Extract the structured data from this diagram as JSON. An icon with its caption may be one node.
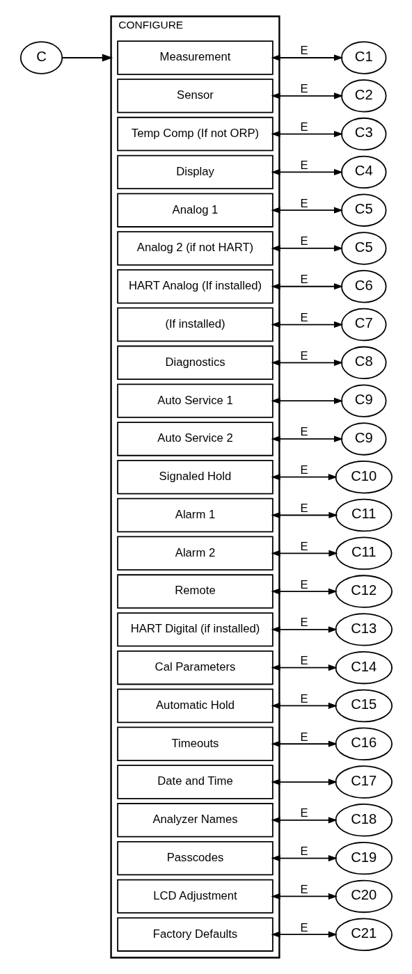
{
  "diagram": {
    "nodes": [
      {
        "text": [
          "C"
        ]
      },
      {
        "text": [
          "CONFIGURE"
        ]
      },
      {
        "text": [
          "Measurement"
        ],
        "in": 1
      },
      {
        "text": [
          "Sensor"
        ],
        "in": 1
      },
      {
        "text": [
          "Temp Comp (If not ORP)"
        ],
        "in": 1
      },
      {
        "text": [
          "Display"
        ],
        "in": 1
      },
      {
        "text": [
          "Analog 1"
        ],
        "in": 1
      },
      {
        "text": [
          "Analog 2 (if not HART)"
        ],
        "in": 1
      },
      {
        "text": [
          "HART Analog (If installed)"
        ],
        "in": 1
      },
      {
        "text": [
          "(If installed)"
        ],
        "in": 1
      },
      {
        "text": [
          "Diagnostics"
        ],
        "in": 1
      },
      {
        "text": [
          "Auto Service 1"
        ],
        "in": 1
      },
      {
        "text": [
          "Auto Service 2"
        ],
        "in": 1
      },
      {
        "text": [
          "Signaled Hold"
        ],
        "in": 1
      },
      {
        "text": [
          "Alarm 1"
        ],
        "in": 1
      },
      {
        "text": [
          "Alarm 2"
        ],
        "in": 1
      },
      {
        "text": [
          "Remote"
        ],
        "in": 1
      },
      {
        "text": [
          "HART Digital (if installed)"
        ],
        "in": 1
      },
      {
        "text": [
          "Cal Parameters"
        ],
        "in": 1
      },
      {
        "text": [
          "Automatic Hold"
        ],
        "in": 1
      },
      {
        "text": [
          "Timeouts"
        ],
        "in": 1
      },
      {
        "text": [
          "Date and Time"
        ],
        "in": 1
      },
      {
        "text": [
          "Analyzer Names"
        ],
        "in": 1
      },
      {
        "text": [
          "Passcodes"
        ],
        "in": 1
      },
      {
        "text": [
          "LCD Adjustment"
        ],
        "in": 1
      },
      {
        "text": [
          "Factory Defaults"
        ],
        "in": 1
      },
      {
        "text": [
          "C1"
        ]
      },
      {
        "text": [
          "C2"
        ]
      },
      {
        "text": [
          "C3"
        ]
      },
      {
        "text": [
          "C4"
        ]
      },
      {
        "text": [
          "C5"
        ]
      },
      {
        "text": [
          "C5"
        ]
      },
      {
        "text": [
          "C6"
        ]
      },
      {
        "text": [
          "C7"
        ]
      },
      {
        "text": [
          "C8"
        ]
      },
      {
        "text": [
          "C9"
        ]
      },
      {
        "text": [
          "C9"
        ]
      },
      {
        "text": [
          "C10"
        ]
      },
      {
        "text": [
          "C11"
        ]
      },
      {
        "text": [
          "C11"
        ]
      },
      {
        "text": [
          "C12"
        ]
      },
      {
        "text": [
          "C13"
        ]
      },
      {
        "text": [
          "C14"
        ]
      },
      {
        "text": [
          "C15"
        ]
      },
      {
        "text": [
          "C16"
        ]
      },
      {
        "text": [
          "C17"
        ]
      },
      {
        "text": [
          "C18"
        ]
      },
      {
        "text": [
          "C19"
        ]
      },
      {
        "text": [
          "C20"
        ]
      },
      {
        "text": [
          "C21"
        ]
      }
    ],
    "edges": [
      {
        "from": 0,
        "to": 1,
        "arrow": "to"
      },
      {
        "from": 2,
        "to": 26,
        "arrow": "both",
        "label": "E"
      },
      {
        "from": 3,
        "to": 27,
        "arrow": "both",
        "label": "E"
      },
      {
        "from": 4,
        "to": 28,
        "arrow": "both",
        "label": "E"
      },
      {
        "from": 5,
        "to": 29,
        "arrow": "both",
        "label": "E"
      },
      {
        "from": 6,
        "to": 30,
        "arrow": "both",
        "label": "E"
      },
      {
        "from": 7,
        "to": 31,
        "arrow": "both",
        "label": "E"
      },
      {
        "from": 8,
        "to": 32,
        "arrow": "both",
        "label": "E"
      },
      {
        "from": 9,
        "to": 33,
        "arrow": "both",
        "label": "E"
      },
      {
        "from": 10,
        "to": 34,
        "arrow": "both",
        "label": "E"
      },
      {
        "from": 11,
        "to": 35,
        "arrow": "both"
      },
      {
        "from": 12,
        "to": 36,
        "arrow": "both",
        "label": "E"
      },
      {
        "from": 13,
        "to": 37,
        "arrow": "both",
        "label": "E"
      },
      {
        "from": 14,
        "to": 38,
        "arrow": "both",
        "label": "E"
      },
      {
        "from": 15,
        "to": 39,
        "arrow": "both",
        "label": "E"
      },
      {
        "from": 16,
        "to": 40,
        "arrow": "both",
        "label": "E"
      },
      {
        "from": 17,
        "to": 41,
        "arrow": "both",
        "label": "E"
      },
      {
        "from": 18,
        "to": 42,
        "arrow": "both",
        "label": "E"
      },
      {
        "from": 19,
        "to": 43,
        "arrow": "both",
        "label": "E"
      },
      {
        "from": 20,
        "to": 44,
        "arrow": "both",
        "label": "E"
      },
      {
        "from": 21,
        "to": 45,
        "arrow": "both"
      },
      {
        "from": 22,
        "to": 46,
        "arrow": "both",
        "label": "E"
      },
      {
        "from": 23,
        "to": 47,
        "arrow": "both",
        "label": "E"
      },
      {
        "from": 24,
        "to": 48,
        "arrow": "both",
        "label": "E"
      },
      {
        "from": 25,
        "to": 49,
        "arrow": "both",
        "label": "E"
      }
    ]
  }
}
